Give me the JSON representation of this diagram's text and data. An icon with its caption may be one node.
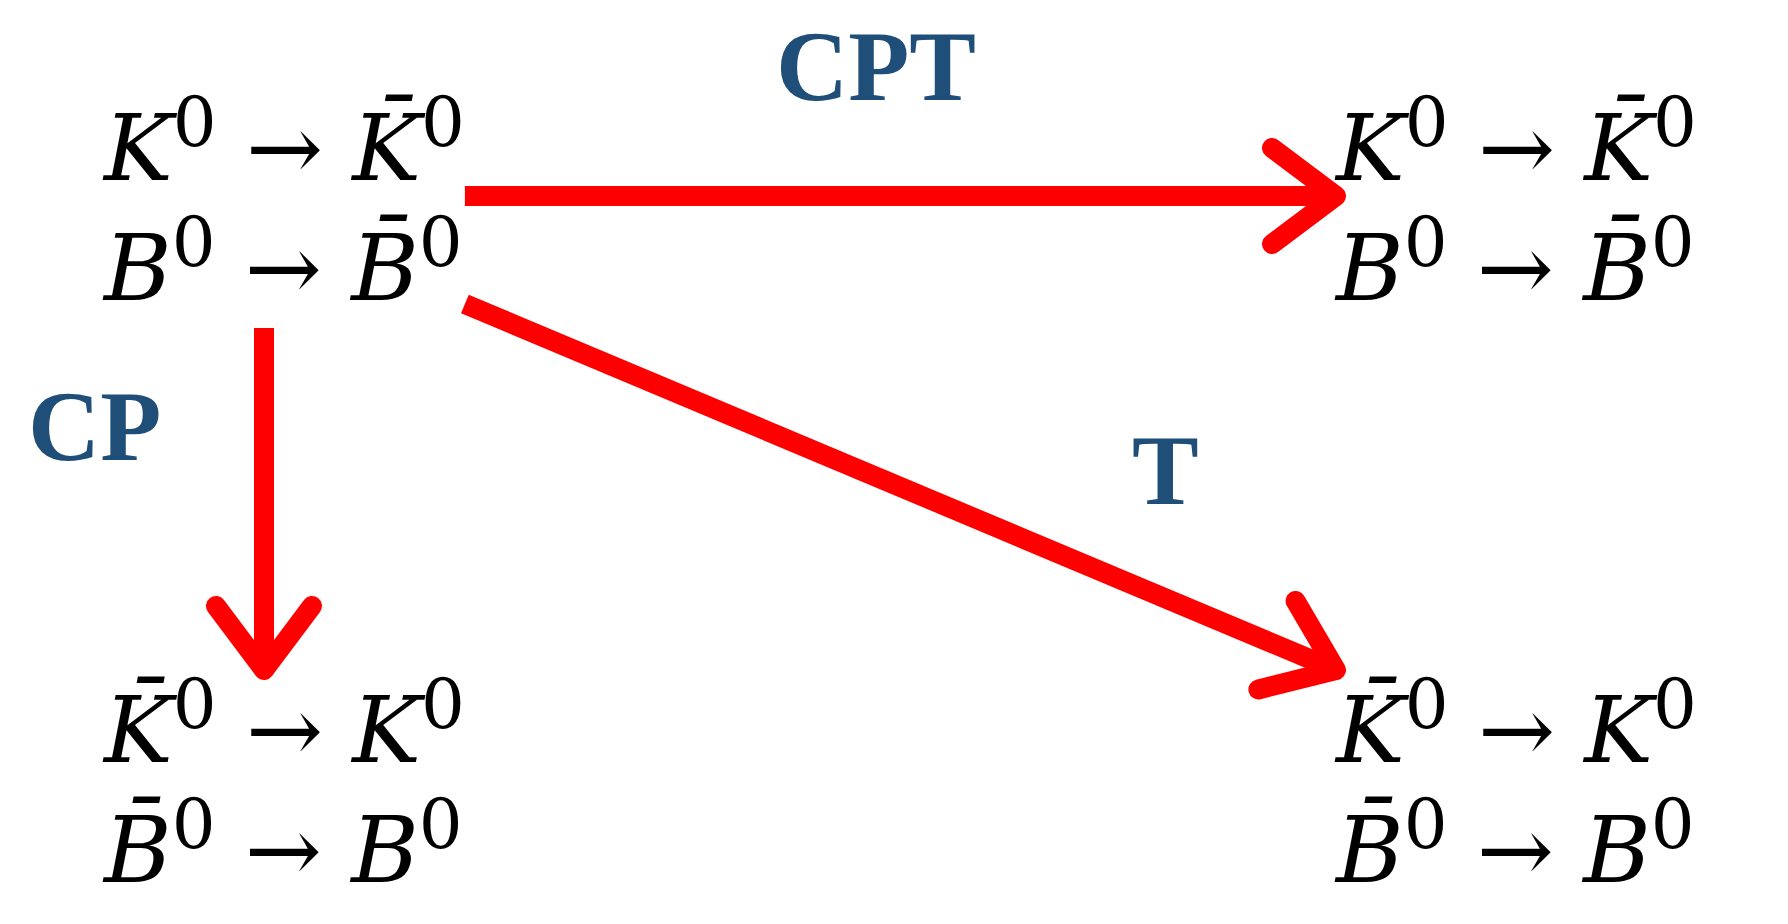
{
  "diagram": {
    "nodes": [
      {
        "text": [
          "*K*$^{0}$ → *K̄*$^{0}$",
          "*B*$^{0}$ → *B̄*$^{0}$"
        ]
      },
      {
        "text": [
          "*K*$^{0}$ → *K̄*$^{0}$",
          "*B*$^{0}$ → *B̄*$^{0}$"
        ]
      },
      {
        "text": [
          "*K̄*$^{0}$ → *K*$^{0}$",
          "*B̄*$^{0}$ → *B*$^{0}$"
        ]
      },
      {
        "text": [
          "*K̄*$^{0}$ → *K*$^{0}$",
          "*B̄*$^{0}$ → *B*$^{0}$"
        ]
      }
    ],
    "edges": [
      {
        "from": 0,
        "to": 1,
        "arrow": "to",
        "label": "CPT"
      },
      {
        "from": 0,
        "to": 2,
        "arrow": "to",
        "label": "CP"
      },
      {
        "from": 0,
        "to": 3,
        "arrow": "to",
        "label": "T"
      }
    ]
  }
}
